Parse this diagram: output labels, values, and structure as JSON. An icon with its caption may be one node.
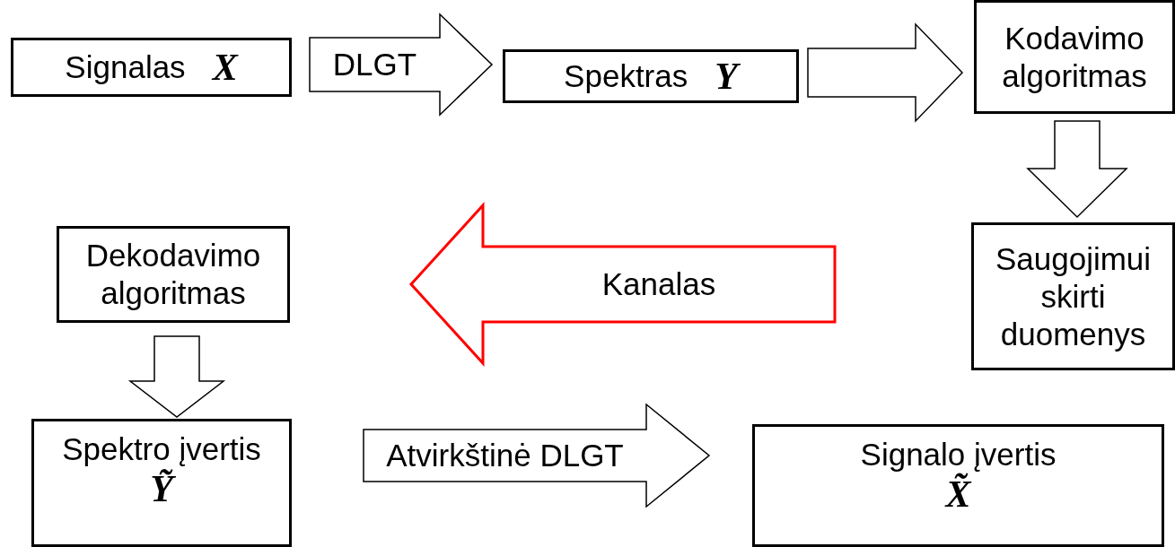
{
  "diagram": {
    "nodes": [
      {
        "text": [
          "Signalas",
          "X"
        ]
      },
      {
        "text": [
          "Spektras",
          "Y"
        ]
      },
      {
        "text": [
          "Kodavimo algoritmas"
        ]
      },
      {
        "text": [
          "Saugojimui skirti duomenys"
        ]
      },
      {
        "text": [
          "Dekodavimo algoritmas"
        ]
      },
      {
        "text": [
          "Spektro įvertis",
          "Ỹ"
        ]
      },
      {
        "text": [
          "Signalo įvertis",
          "X̃"
        ]
      }
    ],
    "edges": [
      {
        "from": 0,
        "to": 1,
        "arrow": "to",
        "label": "DLGT"
      },
      {
        "from": 1,
        "to": 2,
        "arrow": "to"
      },
      {
        "from": 2,
        "to": 3,
        "arrow": "to"
      },
      {
        "from": 3,
        "to": 4,
        "arrow": "to",
        "label": "Kanalas",
        "color": "#ff0000"
      },
      {
        "from": 4,
        "to": 5,
        "arrow": "to"
      },
      {
        "from": 5,
        "to": 6,
        "arrow": "to",
        "label": "Atvirkštinė DLGT"
      }
    ]
  }
}
